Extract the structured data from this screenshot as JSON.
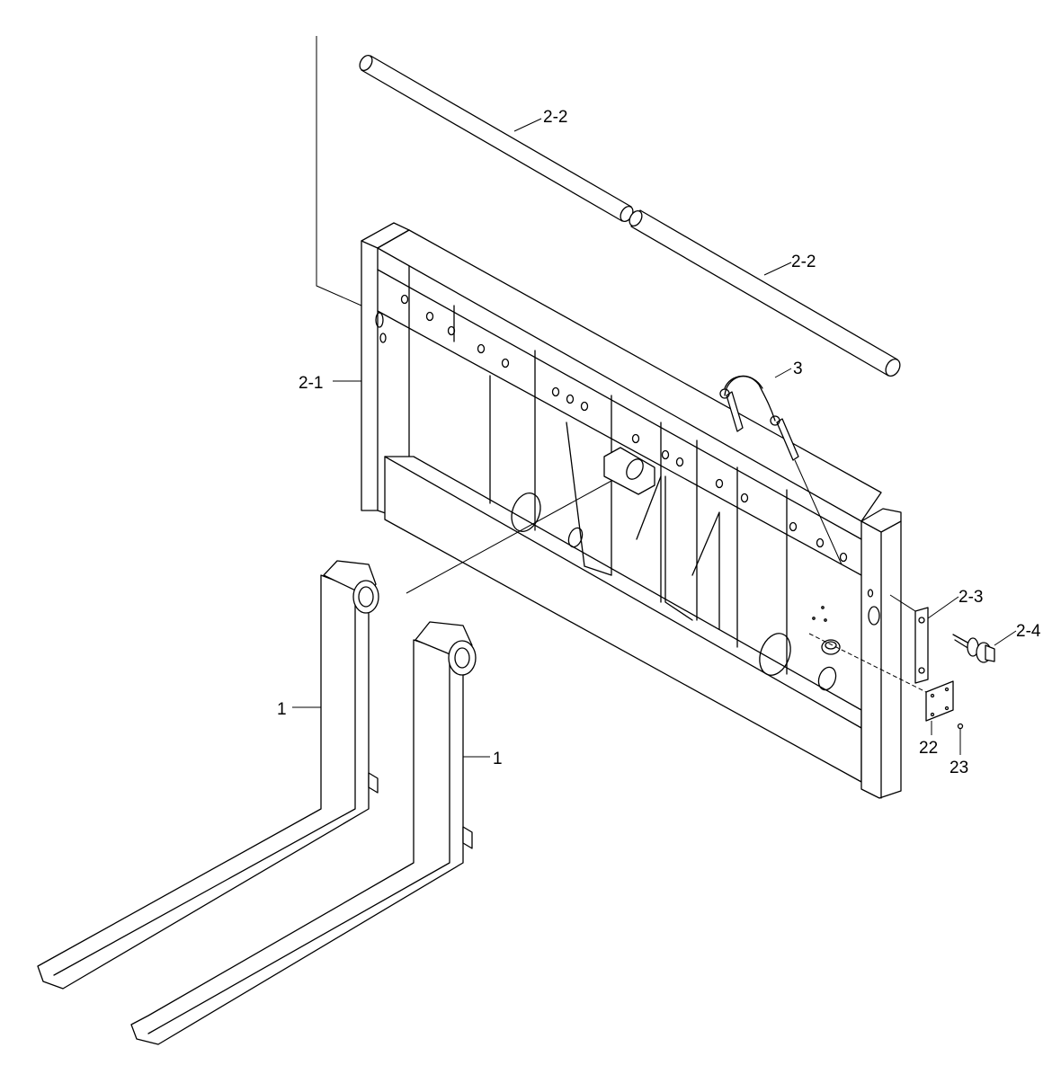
{
  "callouts": {
    "pin_upper": "2-2",
    "pin_lower": "2-2",
    "carriage": "2-1",
    "chain_pin": "3",
    "retainer_plate": "2-3",
    "bolt": "2-4",
    "fork_left": "1",
    "fork_right": "1",
    "cover_plate": "22",
    "screw": "23"
  }
}
